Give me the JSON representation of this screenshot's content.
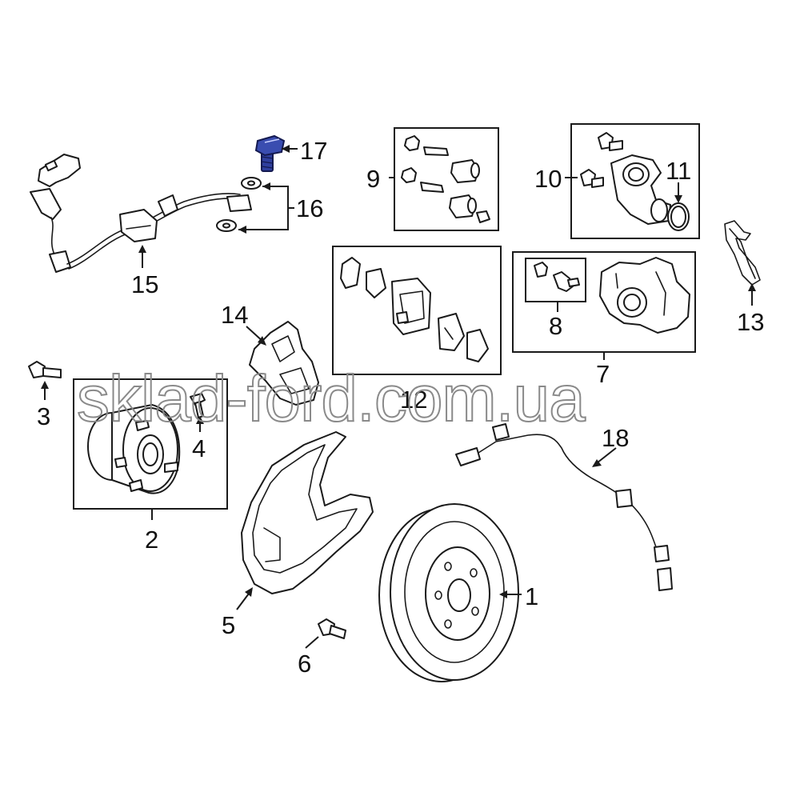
{
  "diagram": {
    "watermark": "sklad-ford.com.ua",
    "highlight_color": "#2f3f9e",
    "callouts": [
      {
        "id": "1",
        "text": "1",
        "part": "brake-rotor"
      },
      {
        "id": "2",
        "text": "2",
        "part": "hub-bearing-assembly"
      },
      {
        "id": "3",
        "text": "3",
        "part": "hub-bolt"
      },
      {
        "id": "4",
        "text": "4",
        "part": "wheel-stud"
      },
      {
        "id": "5",
        "text": "5",
        "part": "splash-shield"
      },
      {
        "id": "6",
        "text": "6",
        "part": "shield-bolt"
      },
      {
        "id": "7",
        "text": "7",
        "part": "caliper-assembly"
      },
      {
        "id": "8",
        "text": "8",
        "part": "bleeder-kit"
      },
      {
        "id": "9",
        "text": "9",
        "part": "guide-pin-kit"
      },
      {
        "id": "10",
        "text": "10",
        "part": "parking-brake-motor"
      },
      {
        "id": "11",
        "text": "11",
        "part": "o-ring"
      },
      {
        "id": "12",
        "text": "12",
        "part": "brake-pads"
      },
      {
        "id": "13",
        "text": "13",
        "part": "anti-rattle-clip"
      },
      {
        "id": "14",
        "text": "14",
        "part": "caliper-support"
      },
      {
        "id": "15",
        "text": "15",
        "part": "abs-harness"
      },
      {
        "id": "16",
        "text": "16",
        "part": "washers"
      },
      {
        "id": "17",
        "text": "17",
        "part": "support-bolt"
      },
      {
        "id": "18",
        "text": "18",
        "part": "abs-sensor"
      }
    ]
  }
}
